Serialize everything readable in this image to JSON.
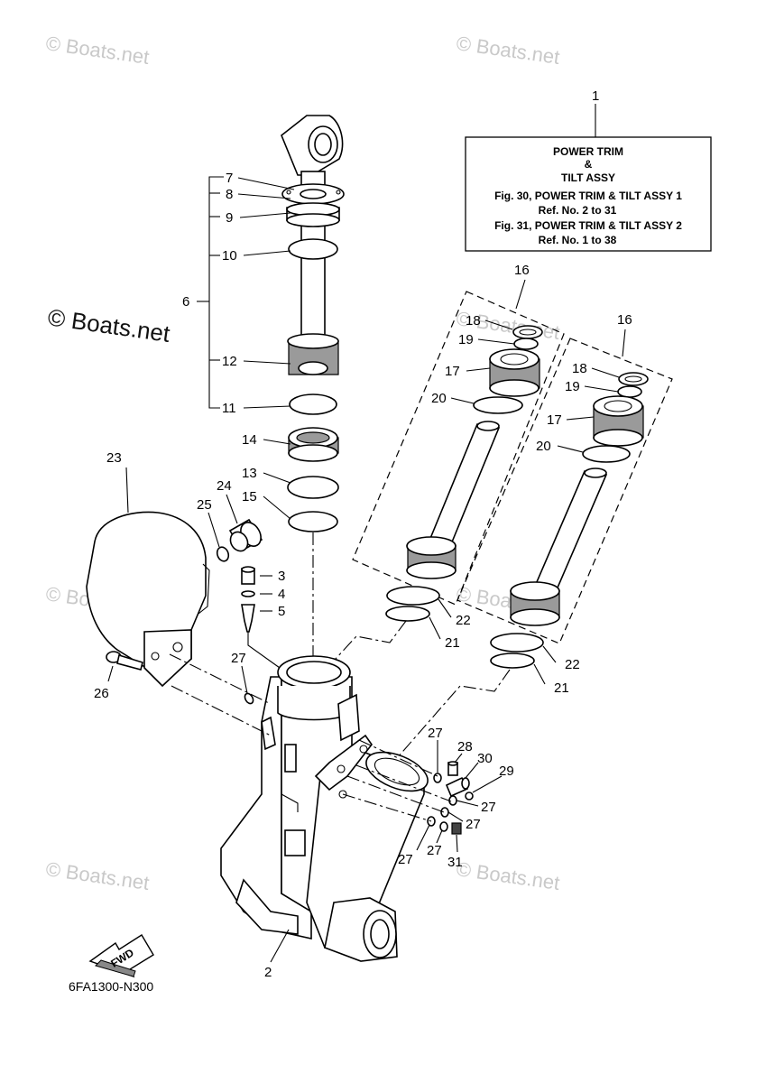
{
  "watermarks": [
    "© Boats.net",
    "© Boats.net",
    "© Boats.net",
    "© Boats.net",
    "© Boats.net",
    "© Boats.net",
    "© Boats.net",
    "© Boats.net"
  ],
  "info_box": {
    "line1": "POWER TRIM",
    "line2": "&",
    "line3": "TILT ASSY",
    "line4": "Fig. 30, POWER TRIM & TILT ASSY 1",
    "line5": "Ref. No. 2 to 31",
    "line6": "Fig. 31, POWER TRIM & TILT ASSY 2",
    "line7": "Ref. No. 1 to 38"
  },
  "callouts": {
    "c1": "1",
    "c2": "2",
    "c3": "3",
    "c4": "4",
    "c5": "5",
    "c6": "6",
    "c7": "7",
    "c8": "8",
    "c9": "9",
    "c10": "10",
    "c11": "11",
    "c12": "12",
    "c13": "13",
    "c14": "14",
    "c15": "15",
    "c16a": "16",
    "c16b": "16",
    "c17a": "17",
    "c17b": "17",
    "c18a": "18",
    "c18b": "18",
    "c19a": "19",
    "c19b": "19",
    "c20a": "20",
    "c20b": "20",
    "c21a": "21",
    "c21b": "21",
    "c22a": "22",
    "c22b": "22",
    "c23": "23",
    "c24": "24",
    "c25": "25",
    "c26": "26",
    "c27a": "27",
    "c27b": "27",
    "c27c": "27",
    "c27d": "27",
    "c27e": "27",
    "c27f": "27",
    "c28": "28",
    "c29": "29",
    "c30": "30",
    "c31": "31"
  },
  "fwd_label": "FWD",
  "diagram_code": "6FA1300-N300"
}
